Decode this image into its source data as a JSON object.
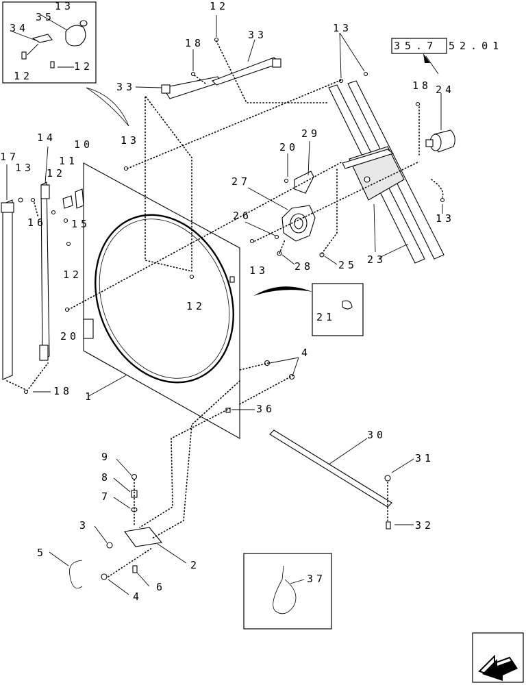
{
  "reference": {
    "boxed": "35.7",
    "tail": "52.01"
  },
  "labels": {
    "l13_top": "13",
    "l35": "35",
    "l34": "34",
    "l12_inset_a": "12",
    "l12_inset_b": "12",
    "l12_top": "12",
    "l18_top": "18",
    "l33_a": "33",
    "l33_b": "33",
    "l13_right": "13",
    "l18_right": "18",
    "l24": "24",
    "l14": "14",
    "l10": "10",
    "l17": "17",
    "l13_left": "13",
    "l11": "11",
    "l12_left": "12",
    "l16": "16",
    "l15": "15",
    "l12_mid": "12",
    "l13_mid": "13",
    "l20_a": "20",
    "l29": "29",
    "l27": "27",
    "l26": "26",
    "l13_b": "13",
    "l28": "28",
    "l25": "25",
    "l23": "23",
    "l13_c": "13",
    "l12_c": "12",
    "l21": "21",
    "l20_b": "20",
    "l4_a": "4",
    "l1": "1",
    "l18_bottom": "18",
    "l36": "36",
    "l30": "30",
    "l31": "31",
    "l32": "32",
    "l9": "9",
    "l8": "8",
    "l7": "7",
    "l3": "3",
    "l2": "2",
    "l5": "5",
    "l6": "6",
    "l4_b": "4",
    "l37": "37"
  },
  "icons": {
    "nav": "return-arrow-icon"
  }
}
